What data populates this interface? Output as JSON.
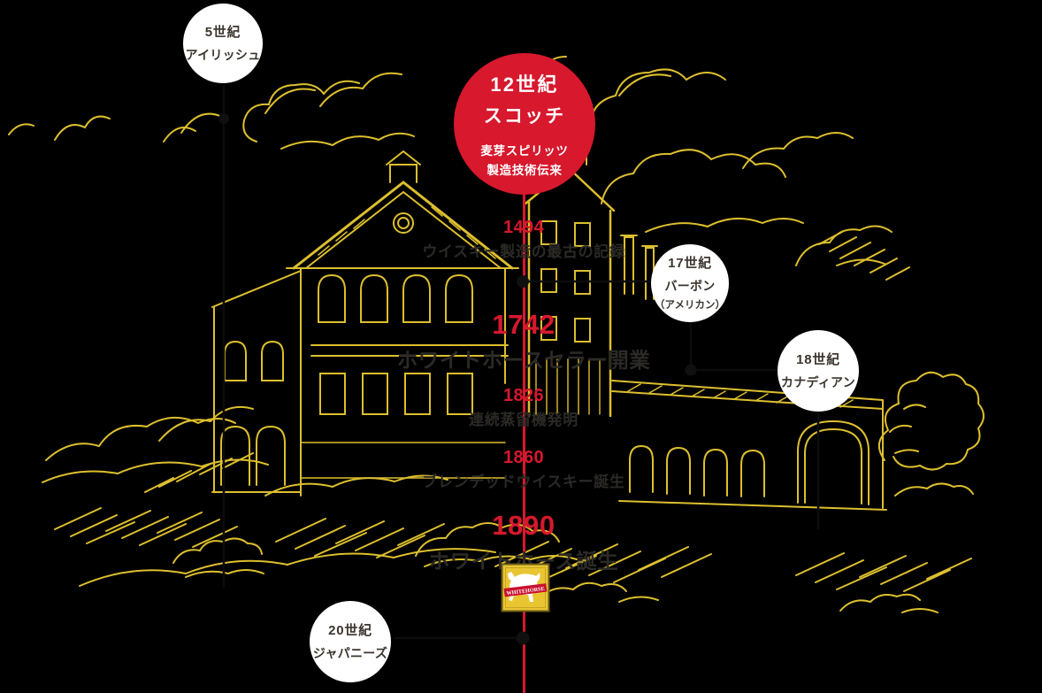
{
  "palette": {
    "background": "#000000",
    "gold": "#DDBF2E",
    "red": "#D7182D",
    "white": "#FFFFFF",
    "dark_text": "#2B2A26",
    "circle_text": "#3B352D",
    "dot": "#101010"
  },
  "era_circles": [
    {
      "id": "irish",
      "century": "5世紀",
      "name": "アイリッシュ"
    },
    {
      "id": "scotch",
      "century": "12世紀",
      "name": "スコッチ",
      "note_line1": "麦芽スピリッツ",
      "note_line2": "製造技術伝来"
    },
    {
      "id": "bourbon",
      "century": "17世紀",
      "name": "バーボン",
      "note": "（アメリカン）"
    },
    {
      "id": "canadian",
      "century": "18世紀",
      "name": "カナディアン"
    },
    {
      "id": "japanese",
      "century": "20世紀",
      "name": "ジャパニーズ"
    }
  ],
  "timeline": {
    "events": [
      {
        "year": "1494",
        "label": "ウイスキー製造の最古の記録"
      },
      {
        "year": "1742",
        "label": "ホワイトホースセラー開業"
      },
      {
        "year": "1826",
        "label": "連続蒸留機発明"
      },
      {
        "year": "1860",
        "label": "ブレンデッドウイスキー誕生"
      },
      {
        "year": "1890",
        "label": "ホワイトホース誕生"
      }
    ]
  },
  "logo": {
    "icon": "white-horse-logo",
    "text": "WHITEHORSE"
  }
}
